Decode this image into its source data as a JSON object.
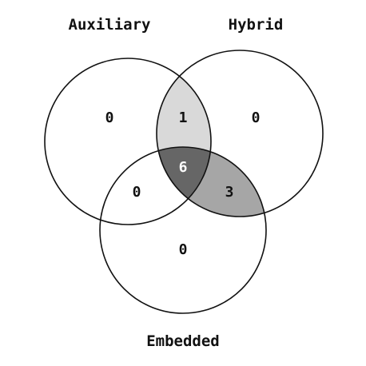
{
  "sets": {
    "a": {
      "label": "Auxiliary"
    },
    "b": {
      "label": "Hybrid"
    },
    "c": {
      "label": "Embedded"
    }
  },
  "regions": {
    "a_only": "0",
    "b_only": "0",
    "c_only": "0",
    "ab_only": "1",
    "ac_only": "0",
    "bc_only": "3",
    "abc": "6"
  },
  "colors": {
    "outline": "#111111",
    "ab_fill": "#d9d9d9",
    "bc_fill": "#a6a6a6",
    "abc_fill": "#666666"
  }
}
